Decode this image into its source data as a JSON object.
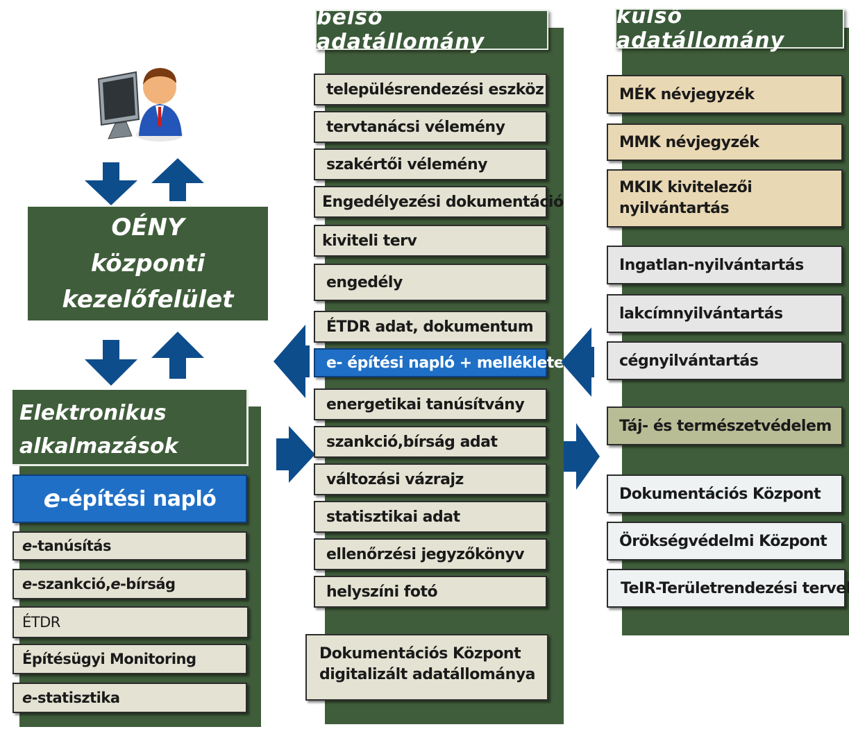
{
  "hub": {
    "line1": "OÉNY",
    "line2": "központi",
    "line3": "kezelőfelület"
  },
  "apps": {
    "header_line1": "Elektronikus",
    "header_line2": "alkalmazások",
    "main_prefix": "e",
    "main_rest": "-építési napló",
    "items": [
      {
        "prefix": "e",
        "rest": "-tanúsítás"
      },
      {
        "prefix": "e",
        "rest": "-szankció, ",
        "prefix2": "e",
        "rest2": "-bírság"
      },
      {
        "prefix": "",
        "rest": "ÉTDR"
      },
      {
        "prefix": "",
        "rest": "Építésügyi Monitoring"
      },
      {
        "prefix": "e",
        "rest": "-statisztika"
      }
    ]
  },
  "internal": {
    "header": "belső adatállomány",
    "items": [
      "településrendezési eszköz",
      "tervtanácsi vélemény",
      "szakértői vélemény",
      "Engedélyezési dokumentáció",
      "kiviteli  terv",
      "engedély",
      "ÉTDR adat, dokumentum",
      "e- építési napló + mellékletei",
      "energetikai  tanúsítvány",
      "szankció,bírság adat",
      "változási vázrajz",
      "statisztikai adat",
      "ellenőrzési jegyzőkönyv",
      "helyszíni fotó"
    ],
    "highlighted_index": 7,
    "bottom_line1": "Dokumentációs Központ",
    "bottom_line2": "digitalizált adatállománya"
  },
  "external": {
    "header": "külső adatállomány",
    "items": [
      "MÉK névjegyzék",
      "MMK névjegyzék",
      "MKIK kivitelezői nyilvántartás",
      "Ingatlan-nyilvántartás",
      "lakcímnyilvántartás",
      "cégnyilvántartás",
      "Táj- és természetvédelem",
      "Dokumentációs Központ",
      "Örökségvédelmi Központ",
      "TeIR-Területrendezési tervek"
    ]
  },
  "colors": {
    "dark_green": "#3f5d3a",
    "highlight_blue": "#1f6fc6",
    "arrow_blue": "#0d4d8c",
    "item_beige": "#e4e3d3",
    "item_tan": "#e9d8b4",
    "item_sage": "#b9bd96"
  },
  "icons": {
    "user": "user-at-computer-icon"
  }
}
